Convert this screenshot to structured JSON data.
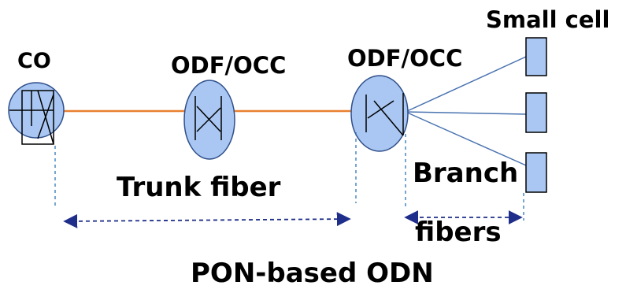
{
  "labels": {
    "co": "CO",
    "odf_occ_1": "ODF/OCC",
    "odf_occ_2": "ODF/OCC",
    "small_cell": "Small cell",
    "trunk_fiber": "Trunk fiber",
    "branch": "Branch",
    "fibers": "fibers",
    "title": "PON-based ODN"
  },
  "colors": {
    "node_fill": "#a9c7f2",
    "node_stroke": "#2f4f8a",
    "trunk_line": "#e8802f",
    "branch_line": "#4a73b0",
    "dashed": "#2e75b6",
    "arrow": "#1f2e8a",
    "cell_fill": "#a9c7f2"
  }
}
